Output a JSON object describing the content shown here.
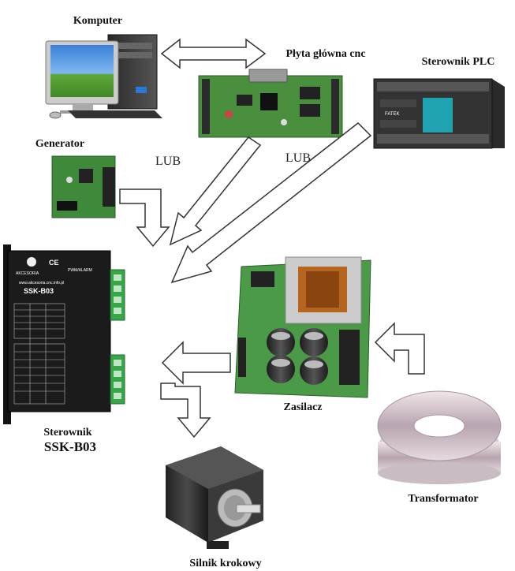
{
  "labels": {
    "komputer": "Komputer",
    "plyta": "Płyta główna cnc",
    "plc": "Sterownik PLC",
    "generator": "Generator",
    "lub1": "LUB",
    "lub2": "LUB",
    "sterownik_line1": "Sterownik",
    "sterownik_line2": "SSK-B03",
    "zasilacz": "Zasilacz",
    "transformator": "Transformator",
    "silnik": "Silnik krokowy"
  },
  "driver_print": {
    "model": "SSK-B03",
    "brand": "AKCESORIA",
    "url": "www.akcesoria.cnc.info.pl",
    "param": "PWM/ALARM"
  },
  "colors": {
    "pcb_green": "#3f8a3a",
    "driver_black": "#1b1b1b",
    "terminal_green": "#3aa64a",
    "plc_teal": "#1fa3b0",
    "copper": "#b5651d"
  }
}
